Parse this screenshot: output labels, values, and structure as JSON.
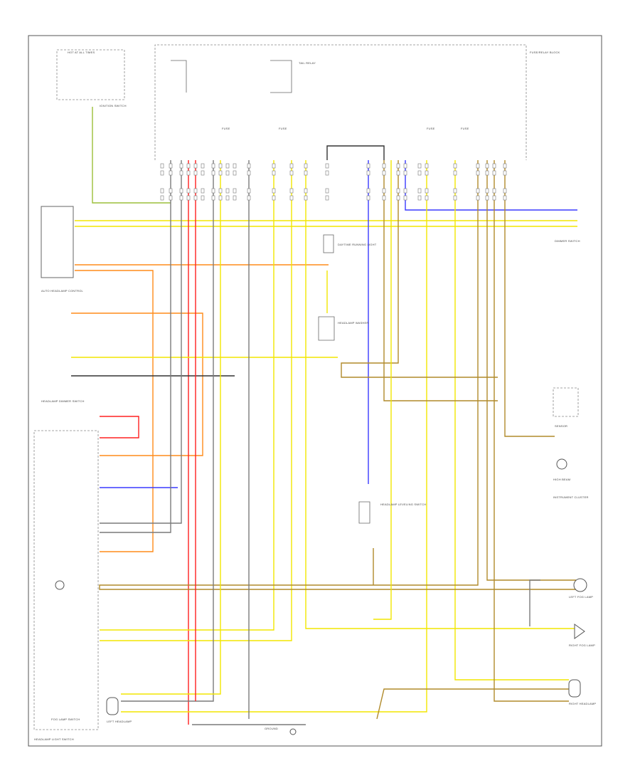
{
  "diagram": {
    "footer_code": "",
    "wire_colors": {
      "yellow": "#f2e600",
      "red": "#ff2020",
      "orange": "#ff8c1a",
      "blue": "#3a3aff",
      "brown": "#b08a2a",
      "gray": "#7a7a7a",
      "green": "#9cbf3a",
      "black": "#333333"
    },
    "components": [
      {
        "id": "hot-at-all-times",
        "label": "HOT AT ALL TIMES"
      },
      {
        "id": "ignition-switch",
        "label": "IGNITION SWITCH"
      },
      {
        "id": "fuse-relay-block",
        "label": "FUSE/RELAY BLOCK"
      },
      {
        "id": "tail-relay",
        "label": "TAIL RELAY"
      },
      {
        "id": "fuse-1",
        "label": "FUSE"
      },
      {
        "id": "fuse-2",
        "label": "FUSE"
      },
      {
        "id": "fuse-3",
        "label": "FUSE"
      },
      {
        "id": "fuse-4",
        "label": "FUSE"
      },
      {
        "id": "dimmer-switch",
        "label": "DIMMER SWITCH"
      },
      {
        "id": "auto-headlamp-control",
        "label": "AUTO HEADLAMP CONTROL"
      },
      {
        "id": "headlamp-dimmer-switch",
        "label": "HEADLAMP DIMMER SWITCH"
      },
      {
        "id": "daytime-running-light",
        "label": "DAYTIME RUNNING LIGHT"
      },
      {
        "id": "headlamp-washer",
        "label": "HEADLAMP WASHER"
      },
      {
        "id": "headlamp-leveling",
        "label": "HEADLAMP LEVELING SWITCH"
      },
      {
        "id": "fog-lamp-switch",
        "label": "FOG LAMP SWITCH"
      },
      {
        "id": "headlamp-light-switch",
        "label": "HEADLAMP LIGHT SWITCH"
      },
      {
        "id": "left-headlamp",
        "label": "LEFT HEADLAMP"
      },
      {
        "id": "right-headlamp",
        "label": "RIGHT HEADLAMP"
      },
      {
        "id": "left-fog-lamp",
        "label": "LEFT FOG LAMP"
      },
      {
        "id": "right-fog-lamp",
        "label": "RIGHT FOG LAMP"
      },
      {
        "id": "high-beam",
        "label": "HIGH BEAM"
      },
      {
        "id": "instrument-cluster",
        "label": "INSTRUMENT CLUSTER"
      },
      {
        "id": "sensor",
        "label": "SENSOR"
      },
      {
        "id": "ground",
        "label": "GROUND"
      }
    ]
  }
}
